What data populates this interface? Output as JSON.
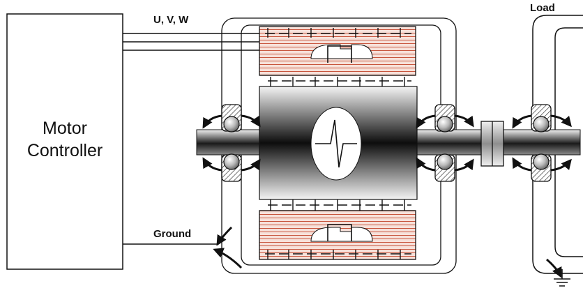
{
  "controller": {
    "line1": "Motor",
    "line2": "Controller"
  },
  "labels": {
    "phases": "U, V, W",
    "ground": "Ground",
    "load": "Load"
  },
  "colors": {
    "stroke": "#111111",
    "winding_fill": "#f7e1da",
    "winding_line": "#c8553d",
    "shaft_dark": "#111111",
    "shaft_light": "#f2f2f2",
    "bearing_ball": "#bdbdbd"
  },
  "icons": [
    "ground-symbol-icon",
    "current-arrow-icon",
    "bearing-icon",
    "waveform-icon"
  ]
}
